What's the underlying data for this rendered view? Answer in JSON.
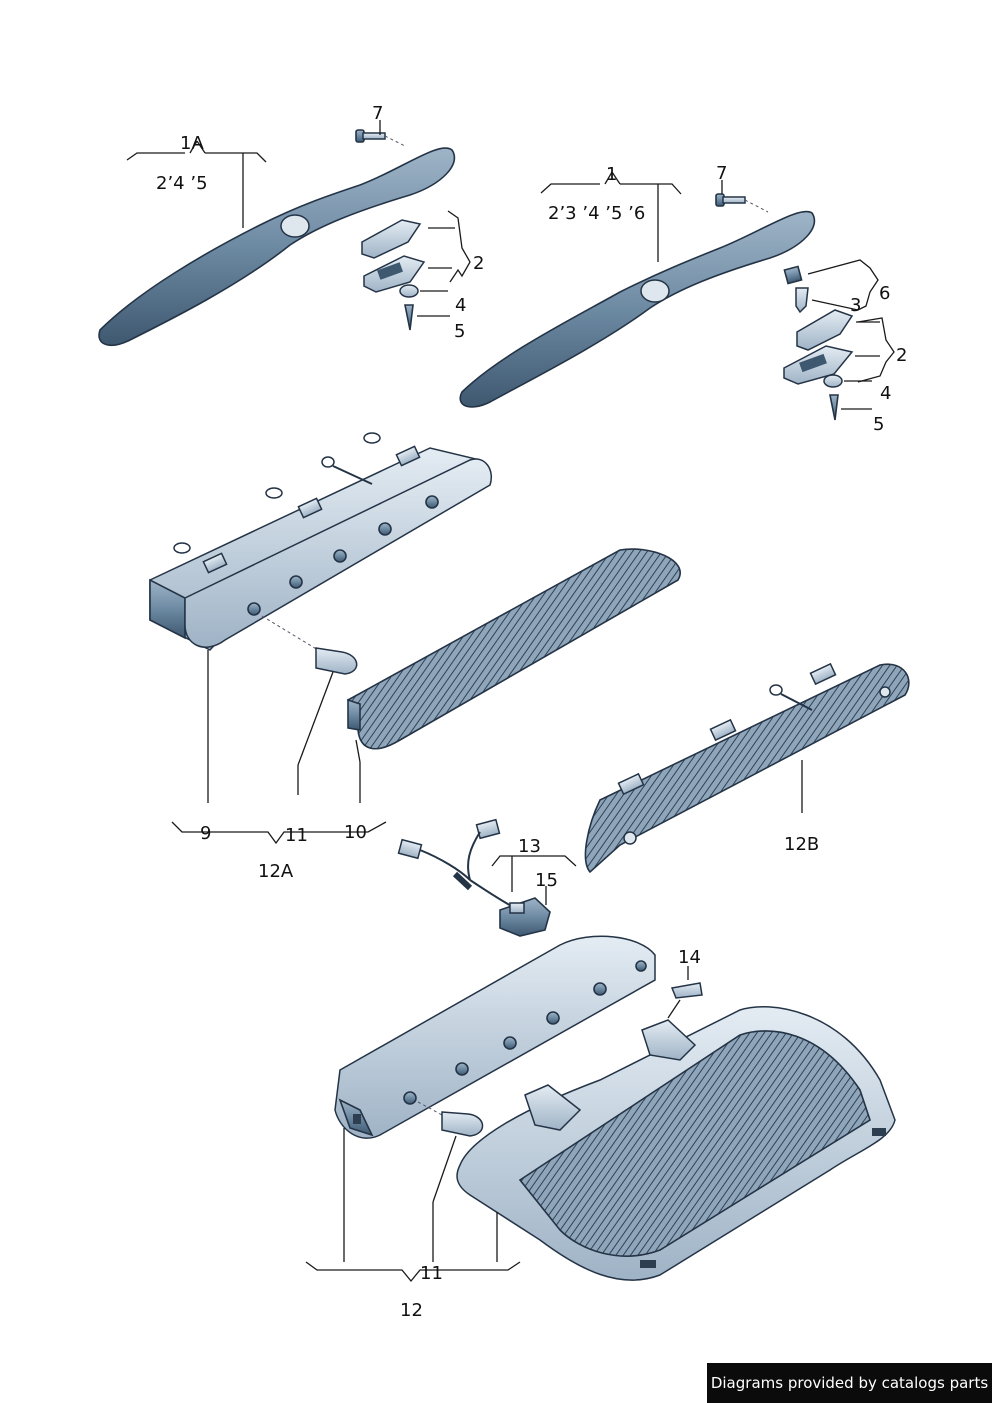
{
  "labels": {
    "l7a": "7",
    "l1a": "1A",
    "l1a_sub": "2’4 ’5",
    "l2a": "2",
    "l4a": "4",
    "l5a": "5",
    "l7b": "7",
    "l1": "1",
    "l1_sub": "2’3 ’4 ’5 ’6",
    "l6": "6",
    "l3": "3",
    "l2b": "2",
    "l4b": "4",
    "l5b": "5",
    "l9": "9",
    "l11a": "11",
    "l10": "10",
    "l12a": "12A",
    "l12b": "12B",
    "l13": "13",
    "l15": "15",
    "l14": "14",
    "l11b": "11",
    "l12": "12"
  },
  "credit": "Diagrams provided by catalogs parts"
}
